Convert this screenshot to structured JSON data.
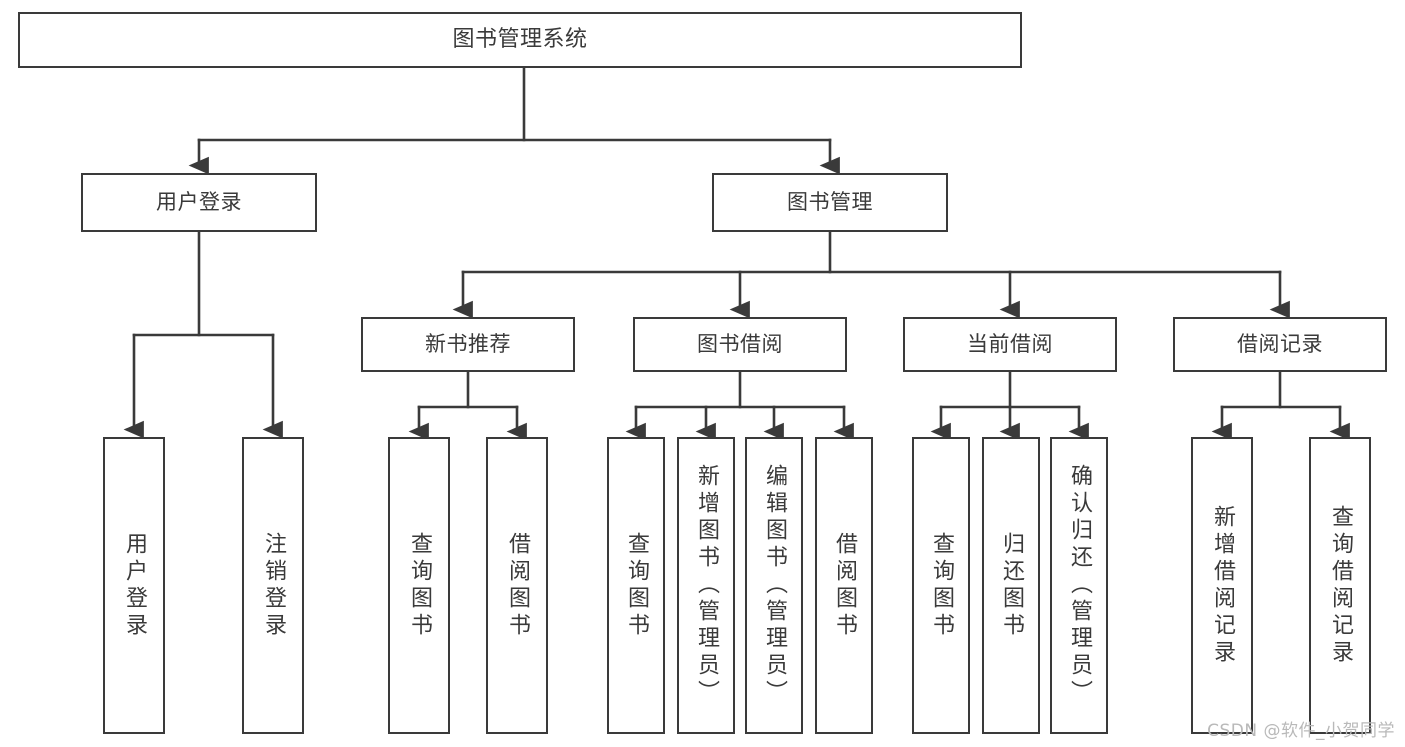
{
  "diagram": {
    "type": "tree",
    "title": "图书管理系统",
    "colors": {
      "stroke": "#3a3a3a",
      "box_fill": "#ffffff",
      "text": "#3a3a3a",
      "background": "#ffffff",
      "watermark": "#b9b9b9"
    },
    "root": {
      "label": "图书管理系统"
    },
    "level2": [
      {
        "label": "用户登录"
      },
      {
        "label": "图书管理"
      }
    ],
    "level3": [
      {
        "label": "新书推荐"
      },
      {
        "label": "图书借阅"
      },
      {
        "label": "当前借阅"
      },
      {
        "label": "借阅记录"
      }
    ],
    "leaves": {
      "user_login": [
        {
          "label": "用户登录"
        },
        {
          "label": "注销登录"
        }
      ],
      "new_book_recommend": [
        {
          "label": "查询图书"
        },
        {
          "label": "借阅图书"
        }
      ],
      "book_borrow": [
        {
          "label": "查询图书"
        },
        {
          "label": "新增图书（管理员）"
        },
        {
          "label": "编辑图书（管理员）"
        },
        {
          "label": "借阅图书"
        }
      ],
      "current_borrow": [
        {
          "label": "查询图书"
        },
        {
          "label": "归还图书"
        },
        {
          "label": "确认归还（管理员）"
        }
      ],
      "borrow_records": [
        {
          "label": "新增借阅记录"
        },
        {
          "label": "查询借阅记录"
        }
      ]
    }
  },
  "watermark": {
    "text": "CSDN @软件_小贺同学"
  }
}
